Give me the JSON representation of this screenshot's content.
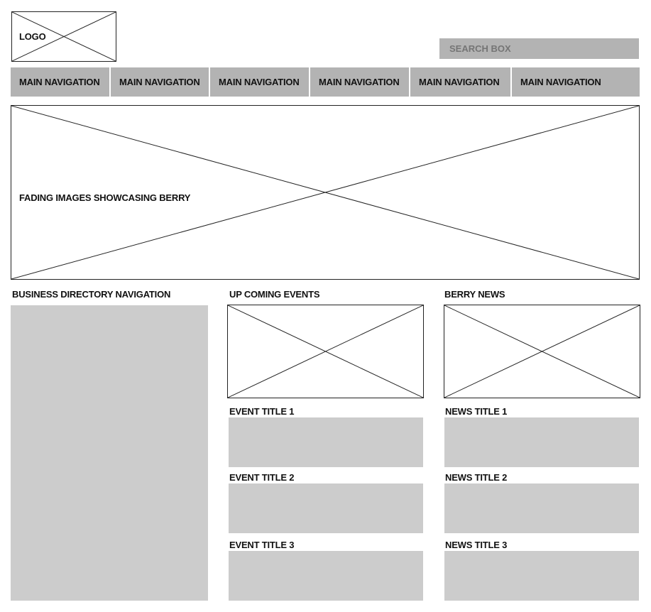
{
  "header": {
    "logo_label": "LOGO",
    "search_placeholder": "SEARCH BOX"
  },
  "main_navigation": [
    {
      "label": "MAIN NAVIGATION"
    },
    {
      "label": "MAIN NAVIGATION"
    },
    {
      "label": "MAIN NAVIGATION"
    },
    {
      "label": "MAIN NAVIGATION"
    },
    {
      "label": "MAIN NAVIGATION"
    },
    {
      "label": "MAIN NAVIGATION"
    }
  ],
  "hero": {
    "label": "FADING IMAGES SHOWCASING BERRY"
  },
  "business_directory": {
    "heading": "BUSINESS DIRECTORY NAVIGATION"
  },
  "events": {
    "heading": "UP COMING EVENTS",
    "items": [
      {
        "title": "EVENT TITLE 1"
      },
      {
        "title": "EVENT TITLE 2"
      },
      {
        "title": "EVENT TITLE 3"
      }
    ]
  },
  "news": {
    "heading": "BERRY NEWS",
    "items": [
      {
        "title": "NEWS TITLE 1"
      },
      {
        "title": "NEWS TITLE 2"
      },
      {
        "title": "NEWS TITLE 3"
      }
    ]
  },
  "colors": {
    "placeholder_gray": "#cccccc",
    "nav_gray": "#b3b3b3",
    "outline": "#222222"
  }
}
